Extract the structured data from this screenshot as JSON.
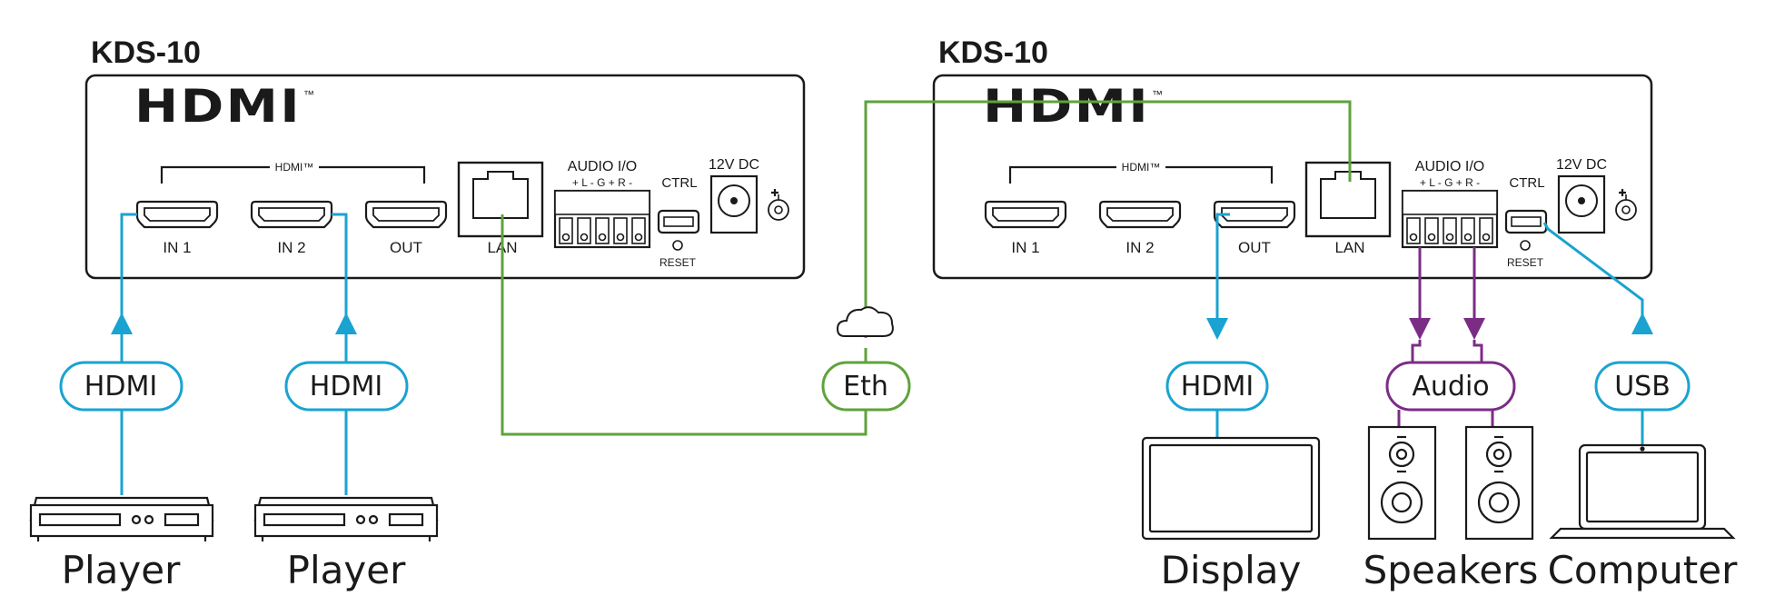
{
  "colors": {
    "hdmi_line": "#1aa3d1",
    "eth_line": "#5fa33a",
    "audio_line": "#7b2d86",
    "usb_line": "#1aa3d1",
    "device_stroke": "#1a1a1a"
  },
  "left_unit": {
    "title": "KDS-10",
    "logo": "HDMI",
    "logo_tm": "™",
    "hdmi_group_label": "HDMI™",
    "ports": {
      "in1": "IN 1",
      "in2": "IN 2",
      "out": "OUT",
      "lan": "LAN",
      "audio": "AUDIO I/O",
      "audio_pins": "+ L -   G  + R -",
      "ctrl": "CTRL",
      "reset": "RESET",
      "power": "12V DC"
    }
  },
  "right_unit": {
    "title": "KDS-10",
    "logo": "HDMI",
    "logo_tm": "™",
    "hdmi_group_label": "HDMI™",
    "ports": {
      "in1": "IN 1",
      "in2": "IN 2",
      "out": "OUT",
      "lan": "LAN",
      "audio": "AUDIO I/O",
      "audio_pins": "+ L -   G  + R -",
      "ctrl": "CTRL",
      "reset": "RESET",
      "power": "12V DC"
    }
  },
  "connections": {
    "player1_label": "HDMI",
    "player2_label": "HDMI",
    "eth_label": "Eth",
    "display_label": "HDMI",
    "audio_label": "Audio",
    "usb_label": "USB"
  },
  "devices": {
    "player1": "Player",
    "player2": "Player",
    "display": "Display",
    "speakers": "Speakers",
    "computer": "Computer"
  },
  "icons": [
    "hdmi-port-icon",
    "lan-port-icon",
    "terminal-block-icon",
    "usb-port-icon",
    "dc-jack-icon",
    "cloud-icon",
    "player-icon",
    "display-icon",
    "speaker-icon",
    "laptop-icon"
  ]
}
